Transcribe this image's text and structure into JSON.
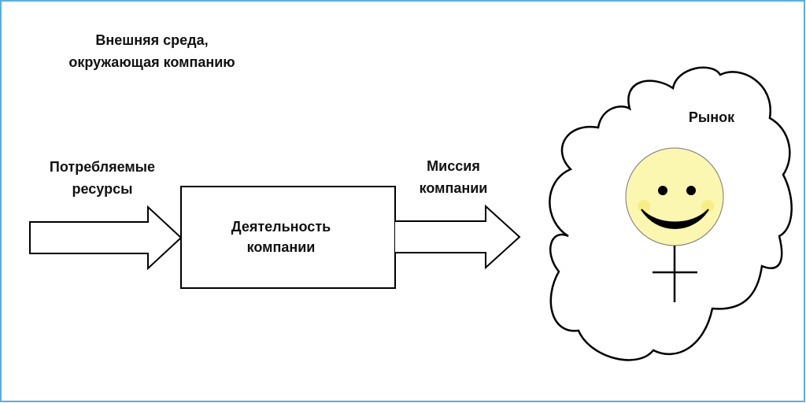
{
  "environment_label": {
    "line1": "Внешняя среда,",
    "line2": "окружающая компанию"
  },
  "input_label": {
    "line1": "Потребляемые",
    "line2": "ресурсы"
  },
  "activity_box": {
    "line1": "Деятельность",
    "line2": "компании"
  },
  "output_label": {
    "line1": "Миссия",
    "line2": "компании"
  },
  "market_label": "Рынок",
  "colors": {
    "frame": "#5aaedc",
    "face": "#fbf6b0",
    "cheek": "#f7ee88",
    "stroke": "#000000"
  }
}
